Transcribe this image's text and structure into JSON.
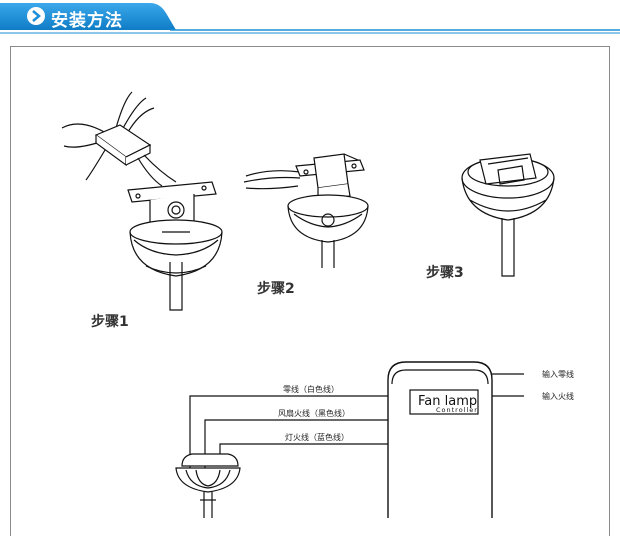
{
  "header": {
    "title": "安装方法",
    "accent": "#1a8fd6"
  },
  "steps": [
    "步骤1",
    "步骤2",
    "步骤3"
  ],
  "wiring": {
    "wire_white": "零线（白色线）",
    "wire_fan": "风扇火线（黑色线）",
    "wire_lamp": "灯火线（蓝色线）",
    "input_neutral": "输入零线",
    "input_live": "输入火线",
    "controller_main": "Fan lamp",
    "controller_sub": "Controller"
  }
}
